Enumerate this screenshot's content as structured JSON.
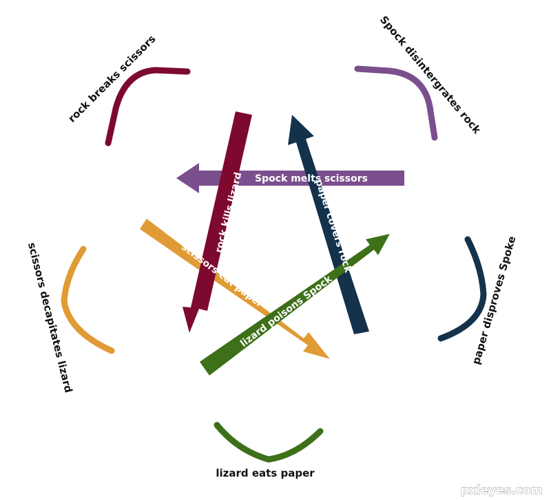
{
  "colors": {
    "rock": "#7d0a2e",
    "spock": "#7b4f8e",
    "paper": "#14324c",
    "lizard": "#3d7019",
    "scissors": "#e09b35"
  },
  "arcs": {
    "rock_breaks_scissors": "rock breaks scissors",
    "spock_disintegrates_rock": "Spock disintergrates rock",
    "paper_disproves_spock": "paper disproves Spoke",
    "lizard_eats_paper": "lizard eats paper",
    "scissors_decapitates_lizard": "scissors decapitates lizard"
  },
  "arrows": {
    "spock_melts_scissors": "Spock melts scissors",
    "rock_kills_lizard": "rock kills lizard",
    "paper_covers_rock": "paper covers rock",
    "scissors_cut_paper": "scissors cut paper",
    "lizard_poisons_spock": "lizard poisons Spock"
  },
  "watermark": "pxleyes.com"
}
